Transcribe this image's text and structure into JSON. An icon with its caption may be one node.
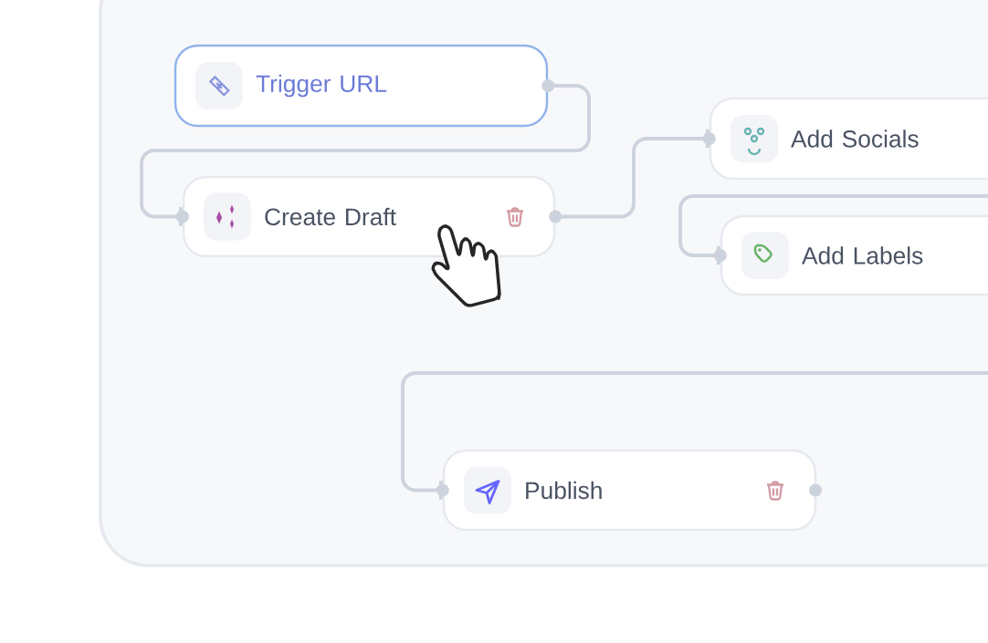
{
  "diagram": {
    "nodes": [
      {
        "text": [
          "Trigger URL"
        ]
      },
      {
        "text": [
          "Create Draft"
        ]
      },
      {
        "text": [
          "Add Socials"
        ]
      },
      {
        "text": [
          "Add Labels"
        ]
      },
      {
        "text": [
          "Publish"
        ]
      }
    ],
    "edges": [
      {
        "from": 0,
        "to": 1,
        "arrow": "other"
      },
      {
        "from": 1,
        "to": 2,
        "arrow": "other"
      },
      {
        "from": null,
        "to": 3,
        "arrow": "other"
      },
      {
        "from": null,
        "to": 4,
        "arrow": "other"
      }
    ]
  }
}
